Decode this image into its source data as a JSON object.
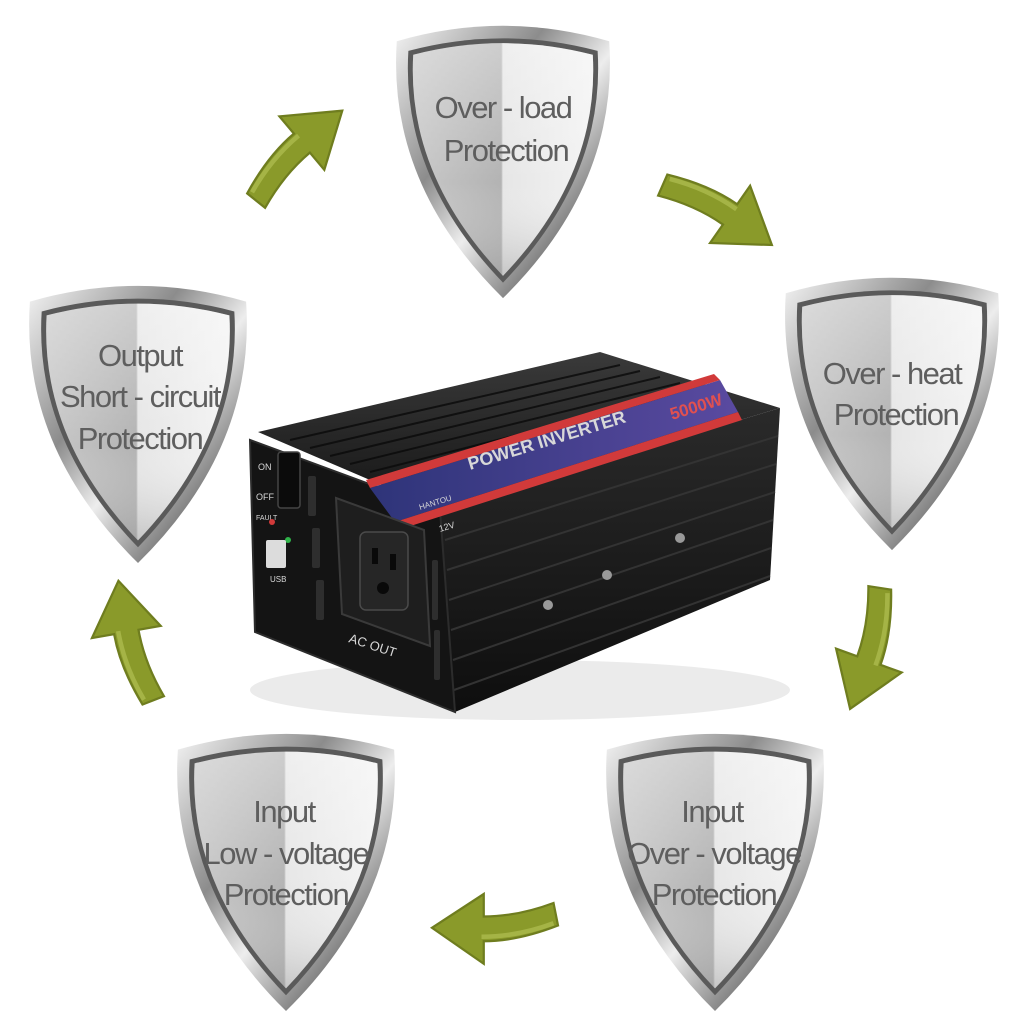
{
  "protections": [
    {
      "id": "over-load",
      "lines": [
        "Over - load",
        "Protection"
      ]
    },
    {
      "id": "over-heat",
      "lines": [
        "Over - heat",
        "Protection"
      ]
    },
    {
      "id": "input-over-voltage",
      "lines": [
        "Input",
        "Over - voltage",
        "Protection"
      ]
    },
    {
      "id": "input-low-voltage",
      "lines": [
        "Input",
        "Low - voltage",
        "Protection"
      ]
    },
    {
      "id": "output-short-circuit",
      "lines": [
        "Output",
        "Short - circuit",
        "Protection"
      ]
    }
  ],
  "device": {
    "title": "POWER INVERTER",
    "power": "5000W",
    "brand": "HANTOU",
    "voltage": "12V",
    "switch_on": "ON",
    "switch_off": "OFF",
    "fault": "FAULT",
    "usb": "USB",
    "ac_out": "AC OUT"
  },
  "colors": {
    "arrow": "#8a9a2a",
    "shield_silver": "#c9c9c9",
    "device_body": "#1c1c1c",
    "label_blue": "#3a3f8c",
    "label_red": "#d13a3a"
  },
  "icons": [
    "shield-icon",
    "cycle-arrow-icon"
  ]
}
